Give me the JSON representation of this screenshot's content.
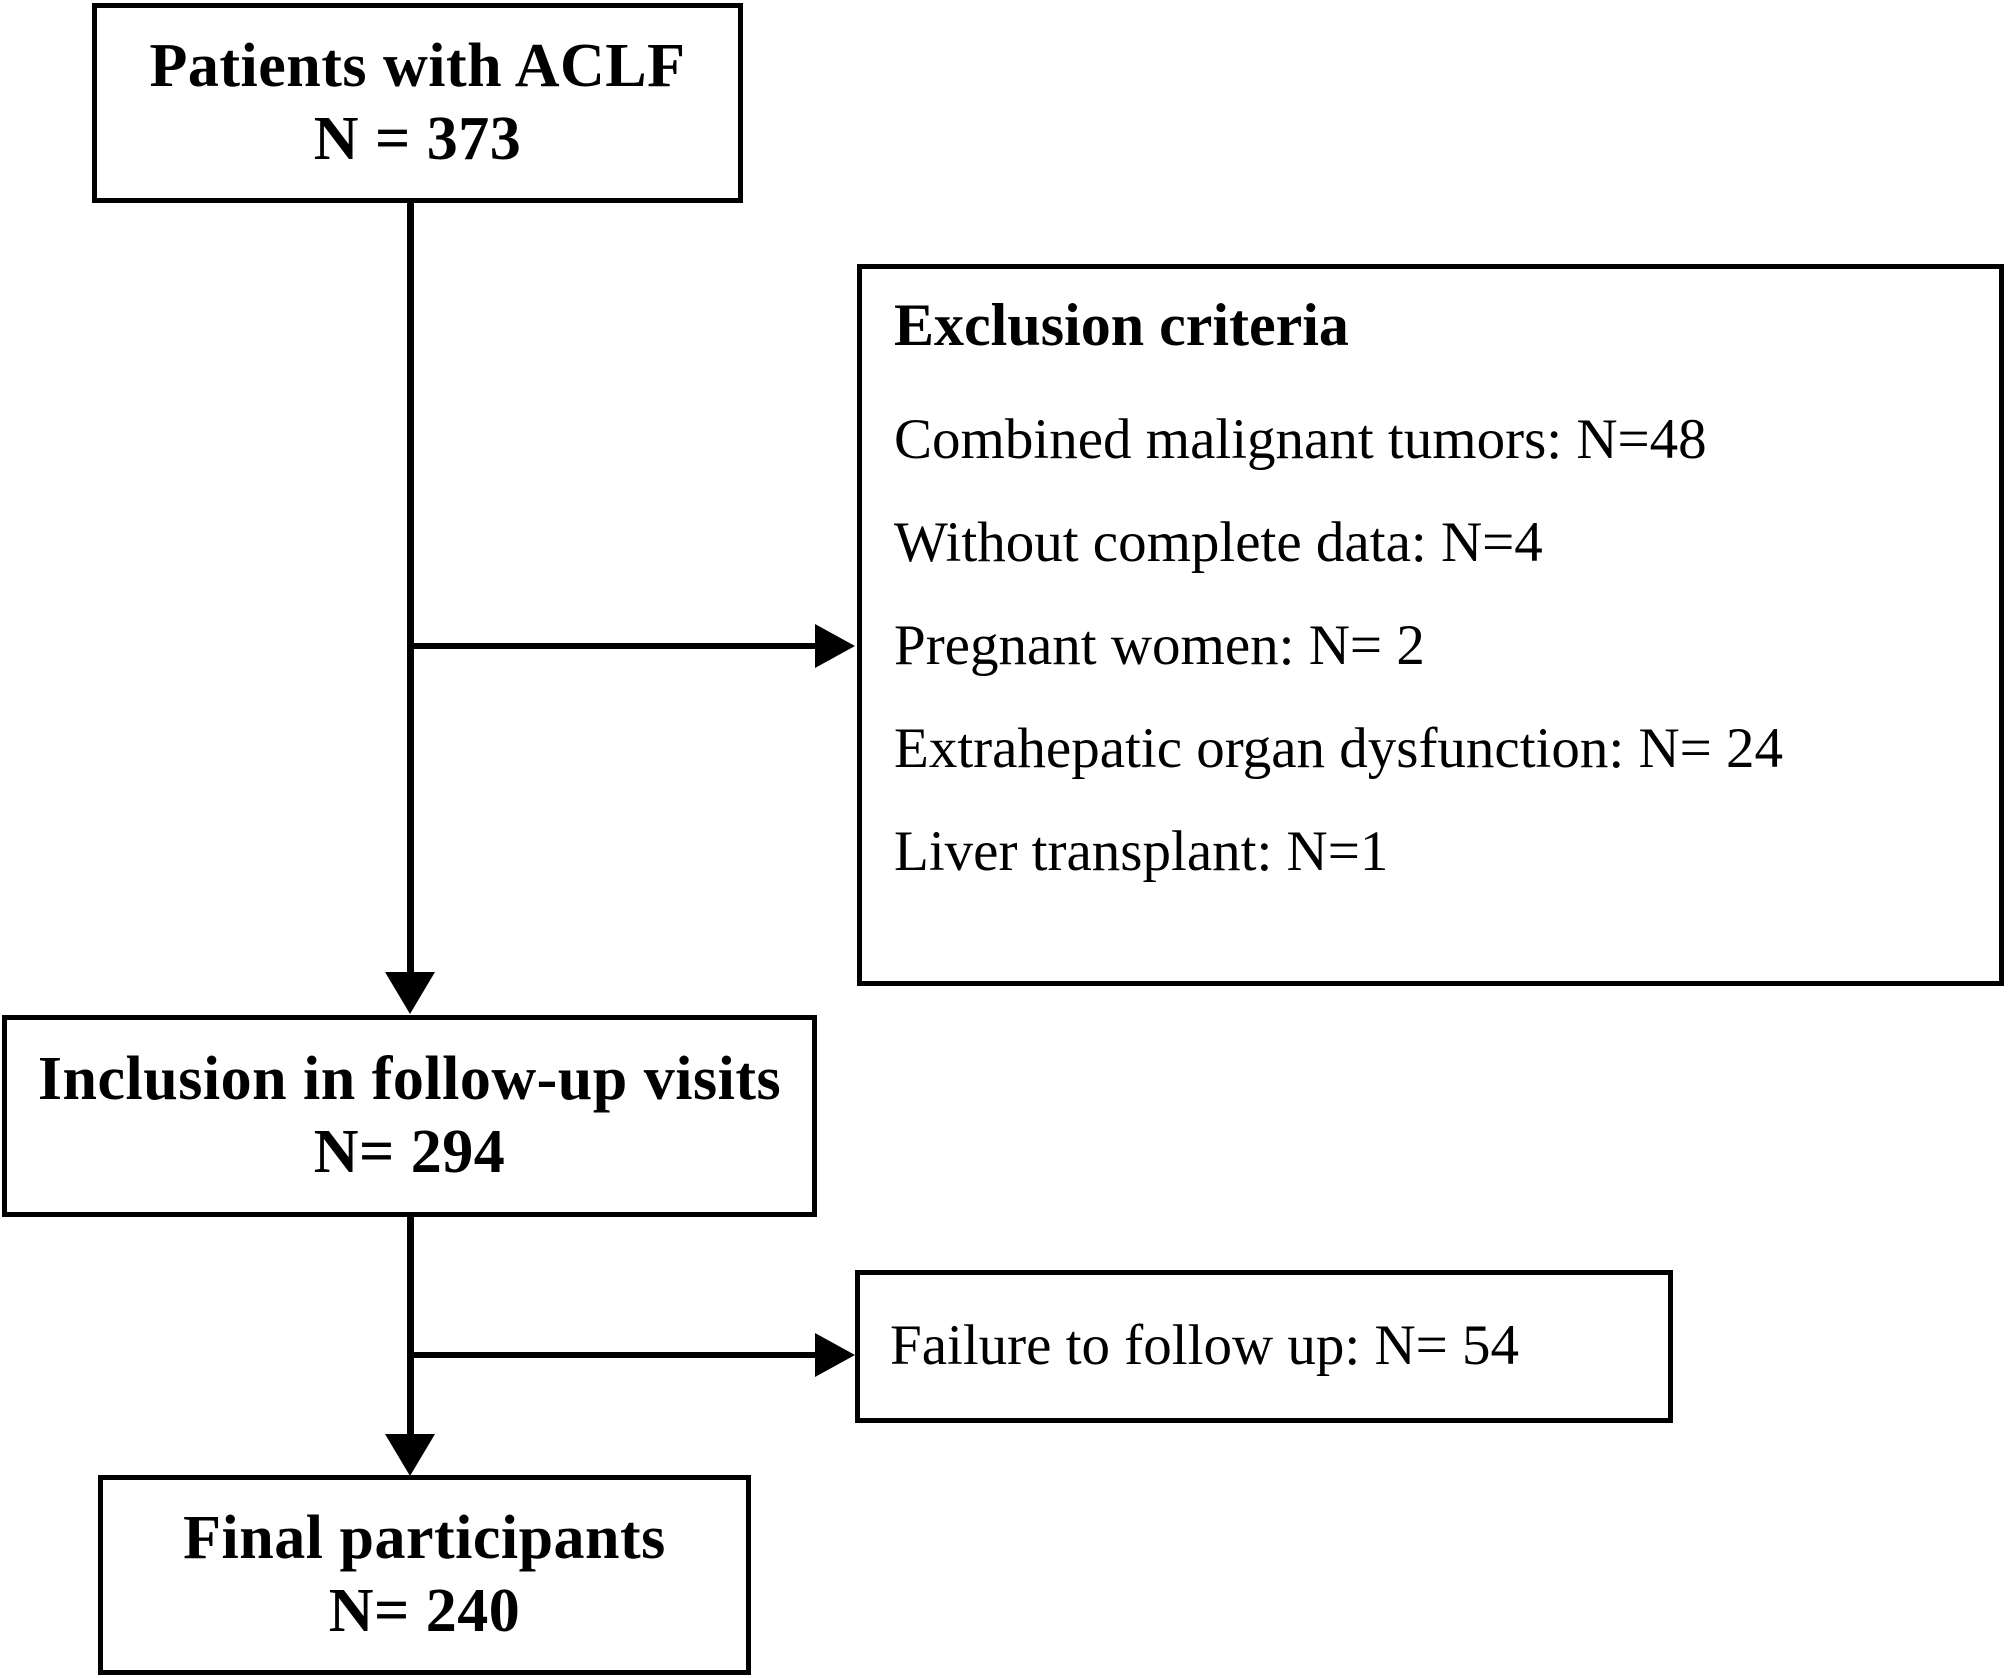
{
  "diagram": {
    "type": "study-flow-diagram",
    "boxes": {
      "patients": {
        "title": "Patients with ACLF",
        "count_label": "N = 373"
      },
      "exclusion": {
        "title": "Exclusion criteria",
        "criteria": [
          "Combined malignant tumors: N=48",
          "Without complete data: N=4",
          "Pregnant women: N= 2",
          "Extrahepatic organ dysfunction: N= 24",
          "Liver transplant: N=1"
        ]
      },
      "inclusion": {
        "title": "Inclusion in follow-up visits",
        "count_label": "N= 294"
      },
      "failure": {
        "label": "Failure to follow up: N= 54"
      },
      "final": {
        "title": "Final participants",
        "count_label": "N= 240"
      }
    },
    "colors": {
      "stroke": "#000000",
      "background": "#ffffff",
      "text": "#000000"
    }
  }
}
